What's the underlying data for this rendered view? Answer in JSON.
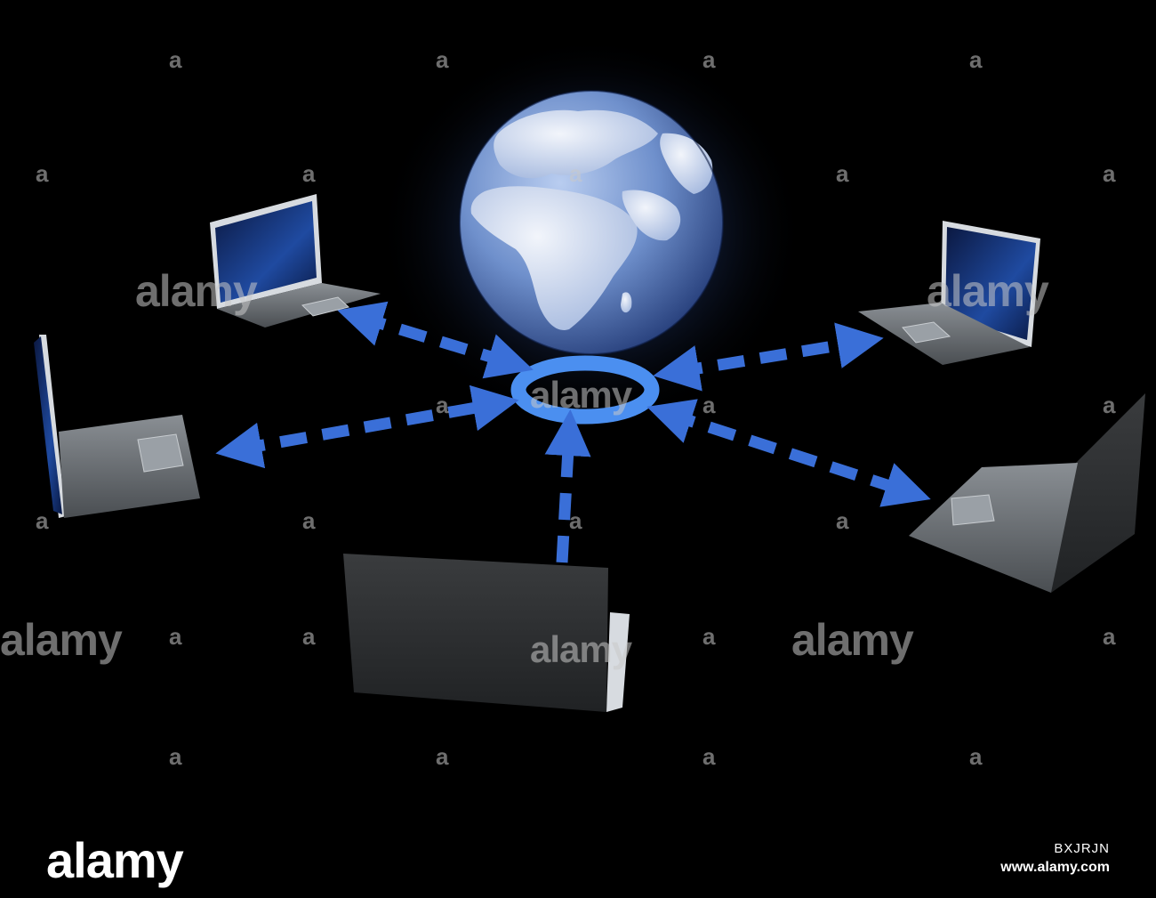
{
  "image": {
    "description_colors": {
      "background": "#000000",
      "arrow": "#3a6fd8",
      "ring": "#4b8ff0",
      "globe_glow": "#5a7fc0",
      "laptop_body": "#6f7478",
      "laptop_screen": "#1a3a7a"
    },
    "icons": [
      "globe",
      "laptop",
      "network-hub-ring",
      "dashed-double-arrow"
    ]
  },
  "watermark": {
    "word": "alamy",
    "letter": "a"
  },
  "footer": {
    "logo": "alamy",
    "image_id": "BXJRJN",
    "url": "www.alamy.com"
  }
}
